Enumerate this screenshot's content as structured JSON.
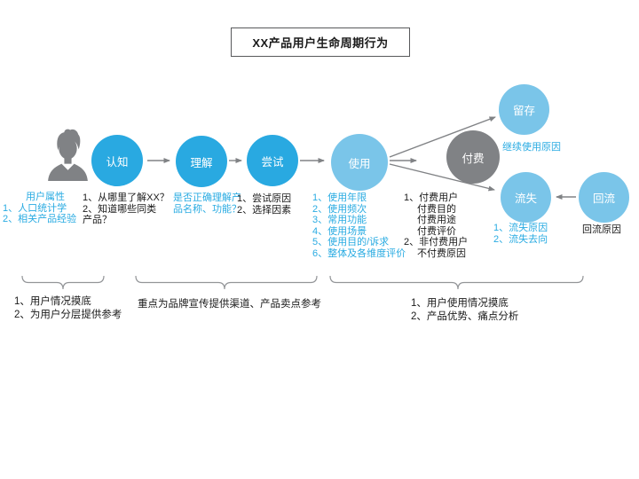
{
  "title": "XX产品用户生命周期行为",
  "colors": {
    "stage_blue": "#29a9e1",
    "stage_light_blue": "#7ac5e9",
    "stage_gray": "#808285",
    "accent_text": "#29abe2",
    "body_text": "#1a1a1a",
    "line_gray": "#808285",
    "bracket_gray": "#939598"
  },
  "persona": {
    "heading": "用户属性",
    "items": [
      "1、人口统计学",
      "2、相关产品经验"
    ]
  },
  "stages": {
    "awareness": "认知",
    "understanding": "理解",
    "trial": "尝试",
    "usage": "使用",
    "payment": "付费",
    "retention": "留存",
    "churn": "流失",
    "return": "回流"
  },
  "notes": {
    "awareness": [
      "1、从哪里了解XX？",
      "2、知道哪些同类",
      "产品？"
    ],
    "understanding": [
      "是否正确理解产",
      "品名称、功能？"
    ],
    "trial": [
      "1、尝试原因",
      "2、选择因素"
    ],
    "usage": [
      "1、使用年限",
      "2、使用频次",
      "3、常用功能",
      "4、使用场景",
      "5、使用目的/诉求",
      "6、整体及各维度评价"
    ],
    "payment": [
      "1、付费用户",
      "付费目的",
      "付费用途",
      "付费评价",
      "2、非付费用户",
      "不付费原因"
    ],
    "retention": "继续使用原因",
    "churn": [
      "1、流失原因",
      "2、流失去向"
    ],
    "return": "回流原因"
  },
  "bottom_notes": {
    "segment1": [
      "1、用户情况摸底",
      "2、为用户分层提供参考"
    ],
    "segment2": [
      "重点为品牌宣传提供渠道、产品卖点参考"
    ],
    "segment3": [
      "1、用户使用情况摸底",
      "2、产品优势、痛点分析"
    ]
  }
}
